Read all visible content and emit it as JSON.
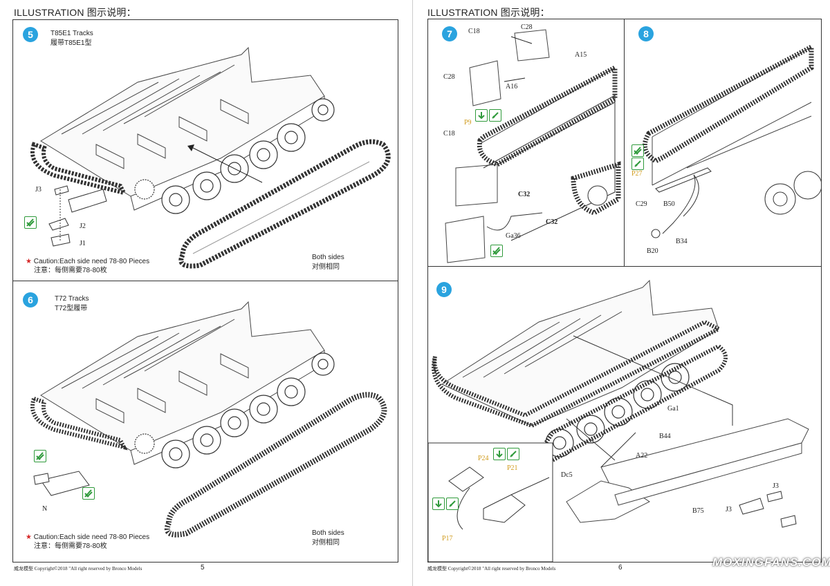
{
  "left_page": {
    "header": "ILLUSTRATION 图示说明：",
    "page_number": "5",
    "footer": "威龙模型   Copyright©2018  \"All right reserved by Bronco Models",
    "step5": {
      "number": "5",
      "title_en": "T85E1 Tracks",
      "title_cn": "履带T85E1型",
      "parts": [
        "J3",
        "J2",
        "J1"
      ],
      "caution_en": "Caution:Each side need 78-80 Pieces",
      "caution_cn": "注意：每侧需要78-80枚",
      "both_en": "Both sides",
      "both_cn": "对侧相同"
    },
    "step6": {
      "number": "6",
      "title_en": "T72 Tracks",
      "title_cn": "T72型履带",
      "parts": [
        "N"
      ],
      "caution_en": "Caution:Each side need 78-80 Pieces",
      "caution_cn": "注意：每侧需要78-80枚",
      "both_en": "Both sides",
      "both_cn": "对侧相同"
    }
  },
  "right_page": {
    "header": "ILLUSTRATION 图示说明：",
    "page_number": "6",
    "footer": "威龙模型   Copyright©2018  \"All right reserved by Bronco Models",
    "step7": {
      "number": "7",
      "parts": [
        "C18",
        "C28",
        "A15",
        "C28",
        "A16",
        "P9",
        "C18",
        "C32",
        "C32",
        "Ga36"
      ]
    },
    "step8": {
      "number": "8",
      "parts": [
        "P27",
        "C29",
        "B50",
        "B34",
        "B20"
      ]
    },
    "step9": {
      "number": "9",
      "parts": [
        "Ga1",
        "B44",
        "A22",
        "Dc5",
        "B75",
        "J3",
        "J3",
        "P24",
        "P21",
        "P17"
      ]
    }
  },
  "watermark": "MOXINGFANS.COM"
}
